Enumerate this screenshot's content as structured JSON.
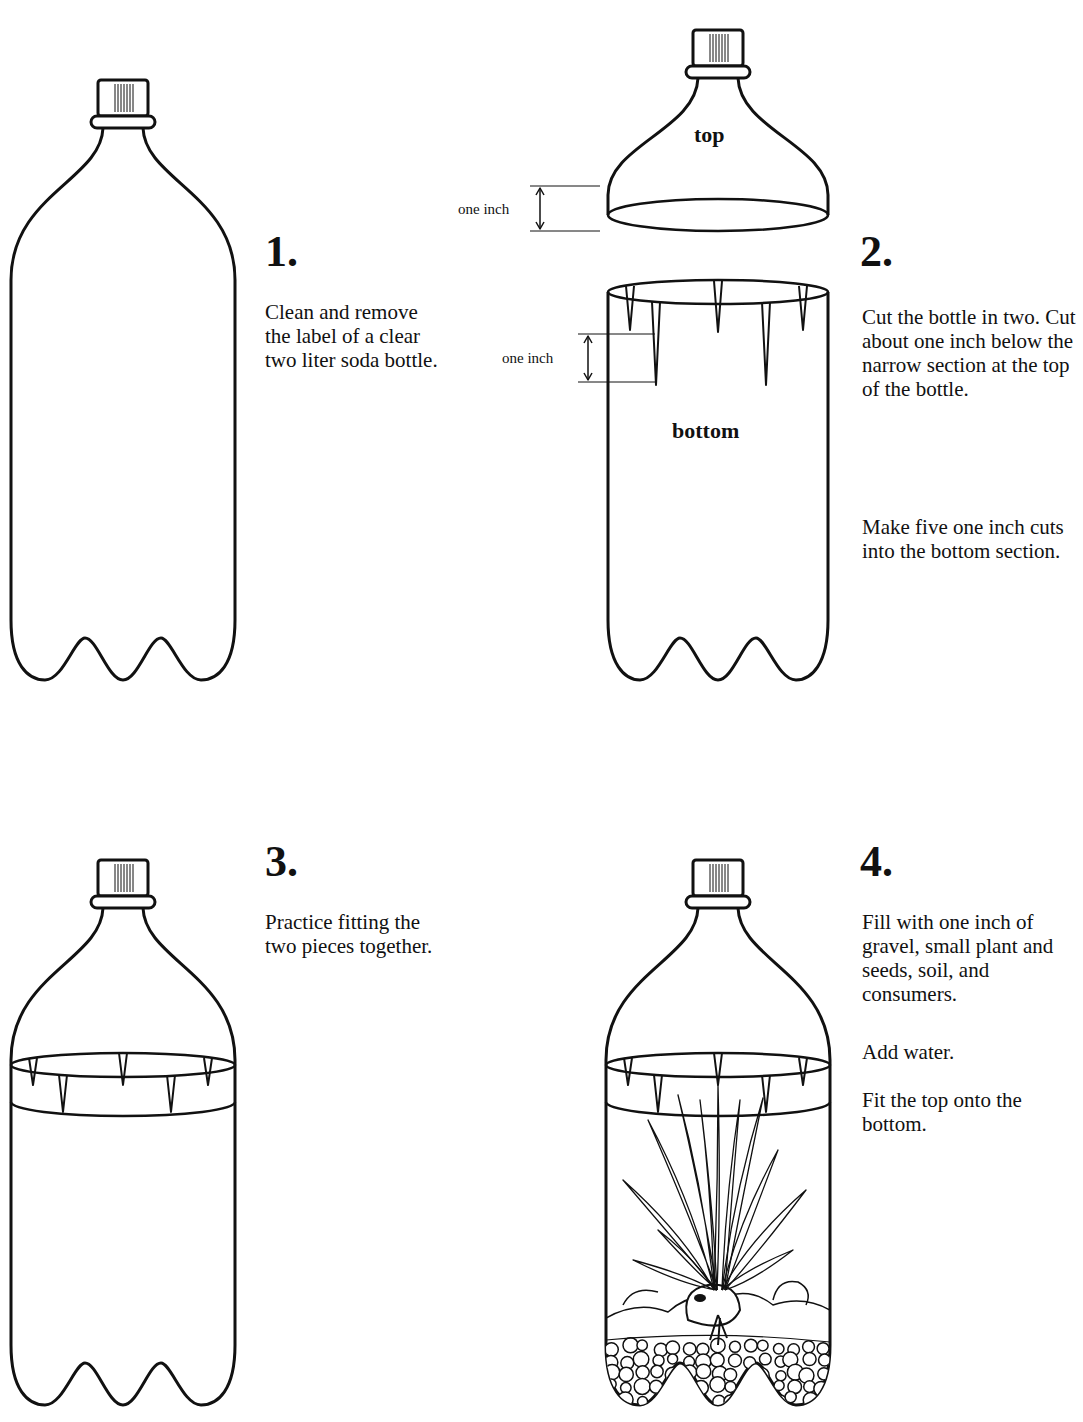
{
  "diagram": {
    "labels": [
      "top",
      "one inch",
      "one inch",
      "bottom",
      "1.",
      "Clean and remove the label of a clear two liter soda bottle.",
      "2.",
      "Cut the bottle in two. Cut about one inch below the narrow section at the top of the bottle.",
      "Make five one inch cuts into the bottom section.",
      "3.",
      "Practice fitting the two pieces together.",
      "4.",
      "Fill with one inch of gravel, small plant and seeds, soil, and consumers.",
      "Add water.",
      "Fit the top onto the bottom."
    ]
  }
}
